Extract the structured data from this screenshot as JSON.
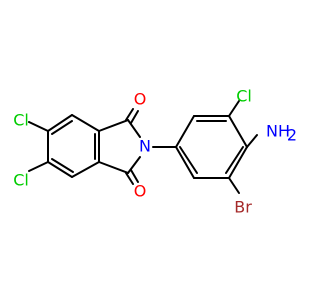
{
  "colors": {
    "background": "#ffffff",
    "bond": "#000000",
    "oxygen": "#ff0000",
    "nitrogen": "#0000ff",
    "chlorine": "#00cc00",
    "bromine": "#a52a2a"
  },
  "atoms": {
    "cl_left_upper": "Cl",
    "cl_left_lower": "Cl",
    "o_top": "O",
    "o_bottom": "O",
    "n_imide": "N",
    "cl_right_upper": "Cl",
    "nh2_label": "NH",
    "nh2_subscript": "2",
    "br_right": "Br"
  }
}
